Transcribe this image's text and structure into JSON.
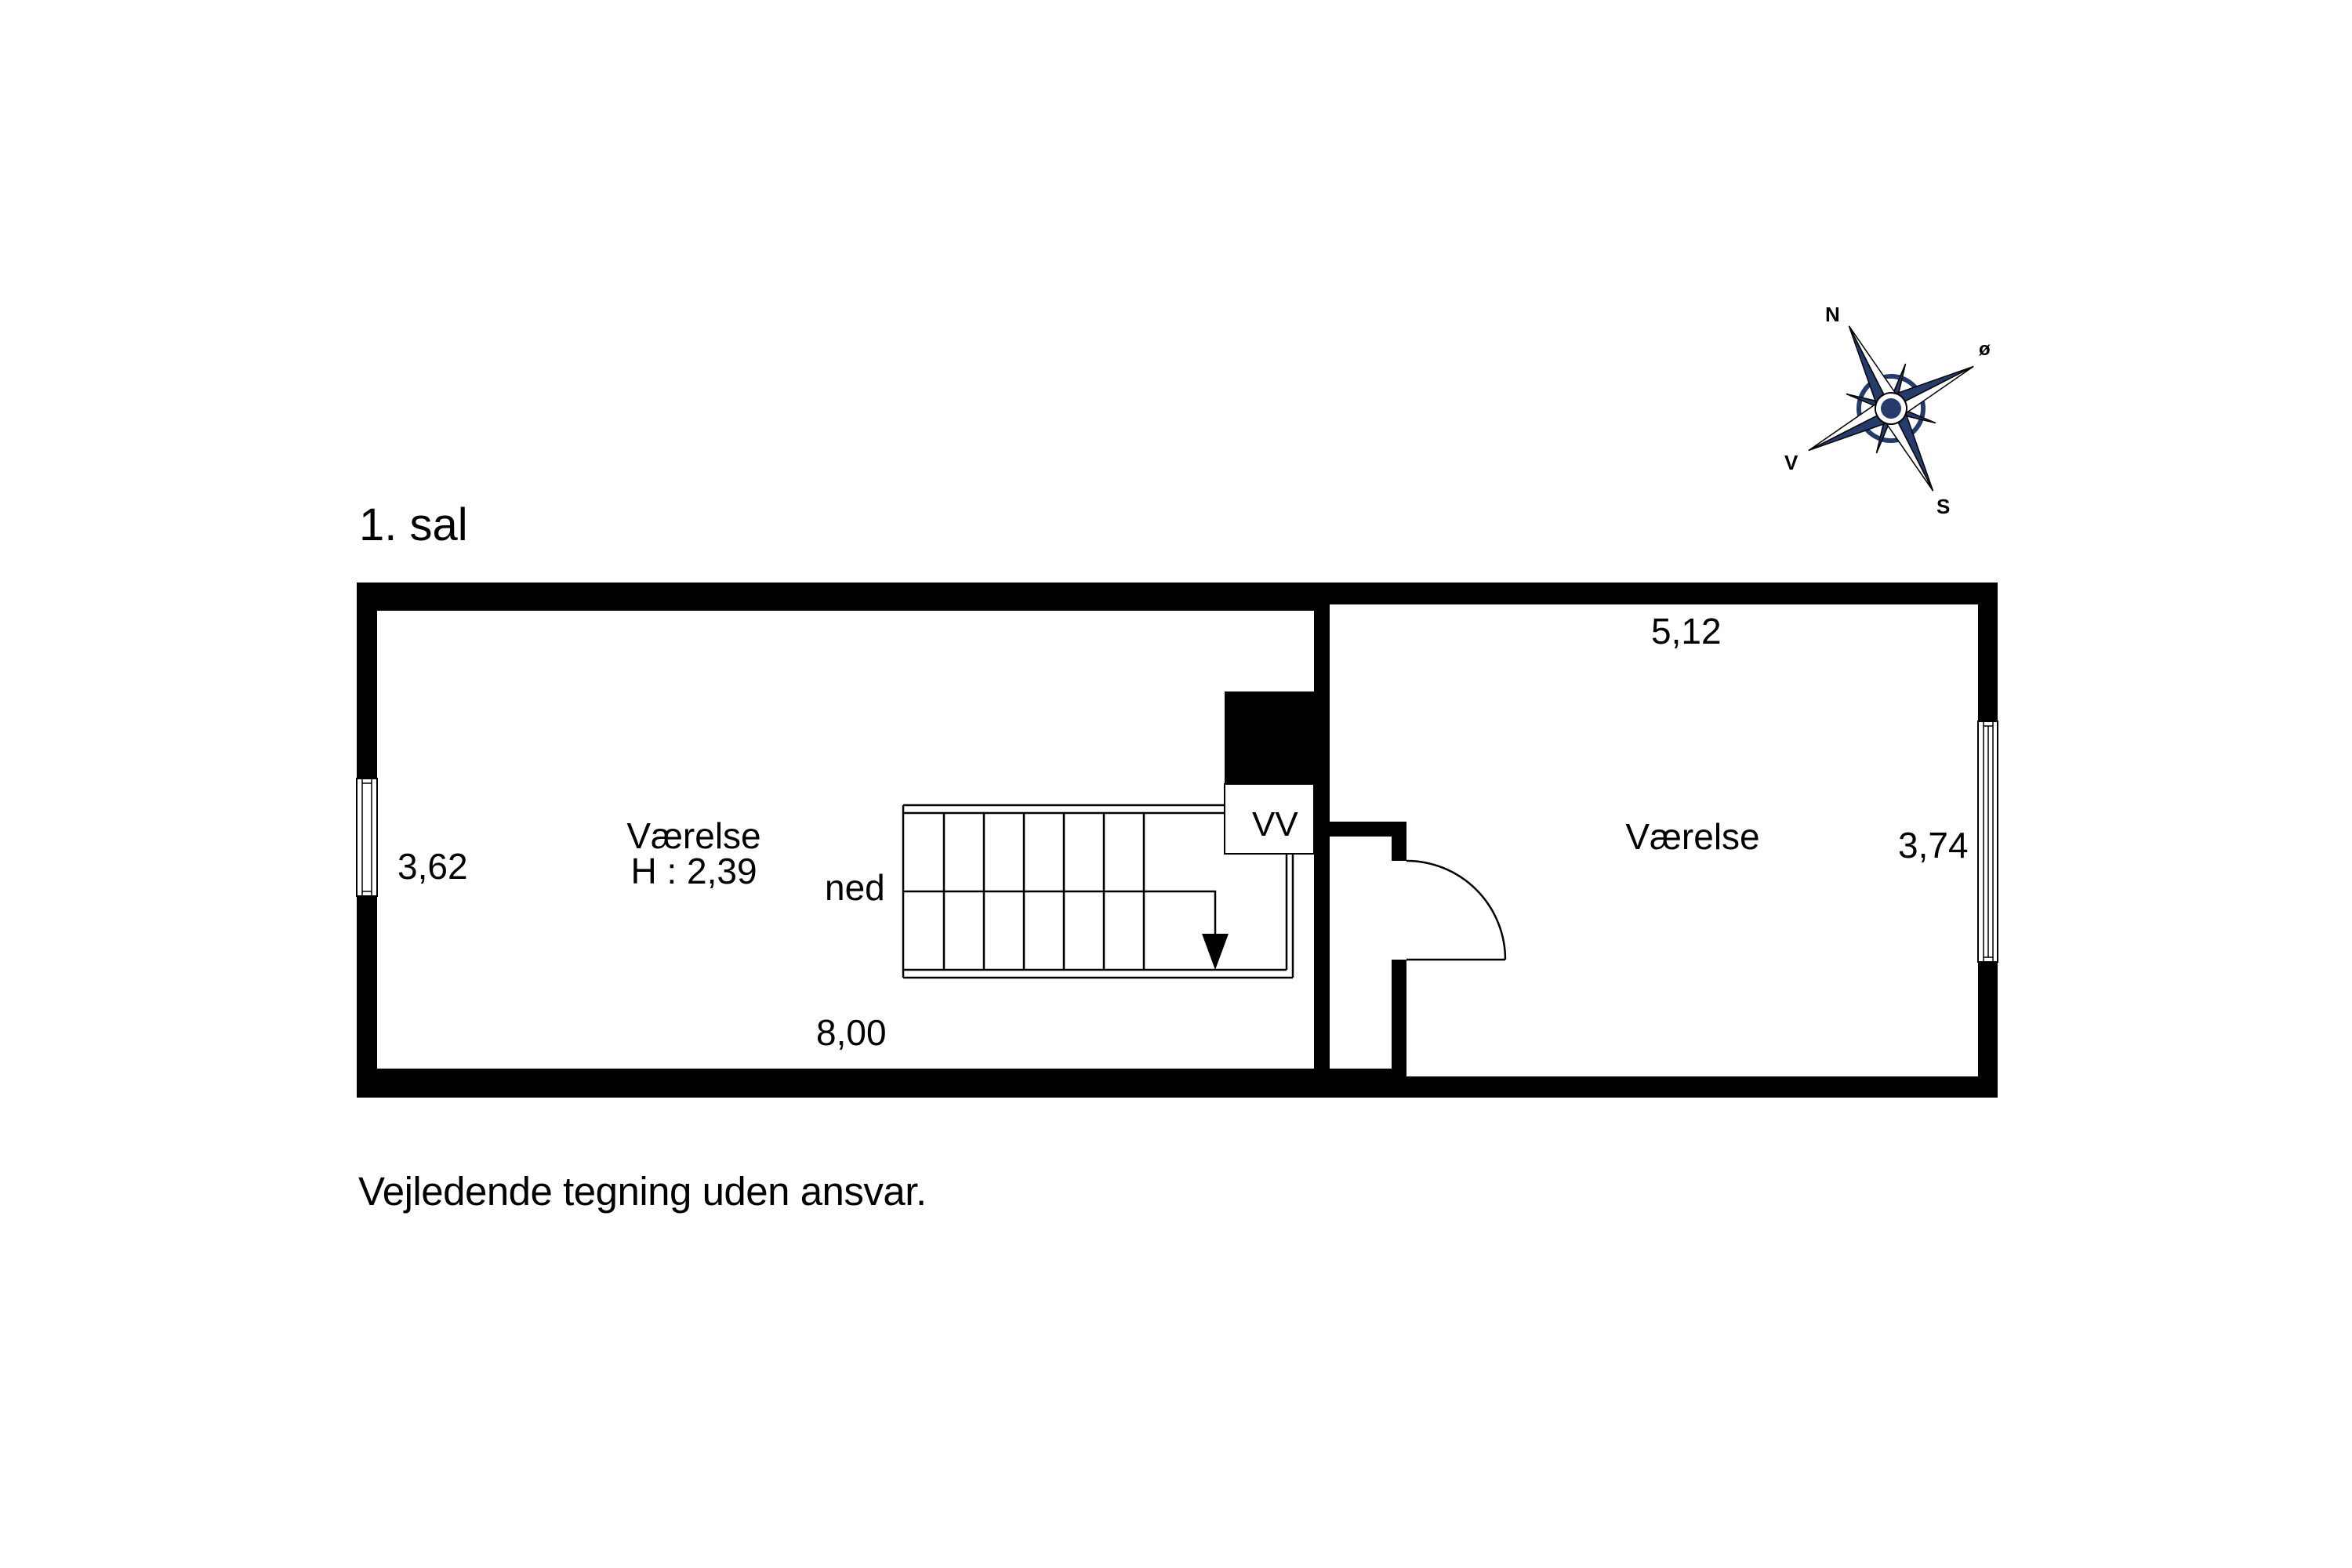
{
  "floor": {
    "title": "1. sal",
    "disclaimer": "Vejledende tegning uden ansvar."
  },
  "rooms": [
    {
      "name": "Værelse",
      "height_label": "H : 2,39",
      "width_dim": "8,00",
      "depth_dim": "3,62"
    },
    {
      "name": "Værelse",
      "width_dim": "5,12",
      "depth_dim": "3,74"
    }
  ],
  "stair": {
    "direction_label": "ned",
    "treads": 7
  },
  "fixtures": {
    "water_heater_label": "VV"
  },
  "compass": {
    "north": "N",
    "east": "ø",
    "south": "S",
    "west": "V",
    "color": "#243b6b"
  },
  "colors": {
    "wall": "#000000",
    "background": "#ffffff"
  }
}
